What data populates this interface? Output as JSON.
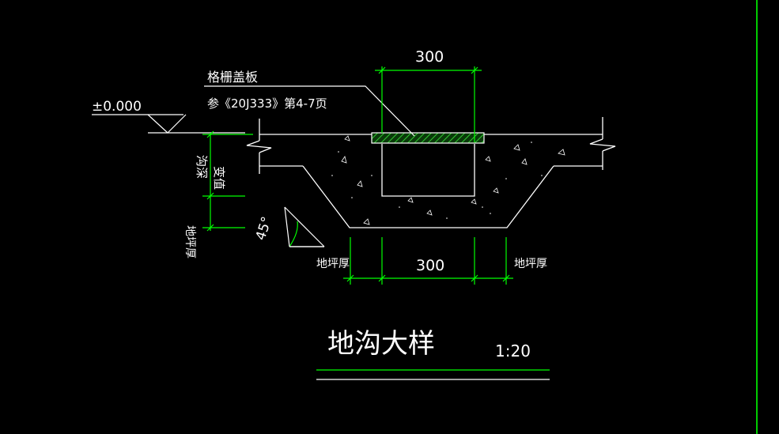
{
  "texts": {
    "grate_cover": "格栅盖板",
    "ref_atlas": "参《20J333》第4-7页",
    "elevation": "±0.000",
    "dim_top": "300",
    "dim_bottom": "300",
    "trench_depth": "沟深",
    "variable": "变值",
    "slab_thickness_left_vertical": "地坪厚",
    "slab_thickness_left": "地坪厚",
    "slab_thickness_right": "地坪厚",
    "angle": "45°",
    "title": "地沟大样",
    "scale": "1:20"
  },
  "colors": {
    "background": "#000000",
    "lines": "#ffffff",
    "dimension": "#00ff00",
    "hatch": "#33cc33",
    "frame": "#00cc00"
  }
}
